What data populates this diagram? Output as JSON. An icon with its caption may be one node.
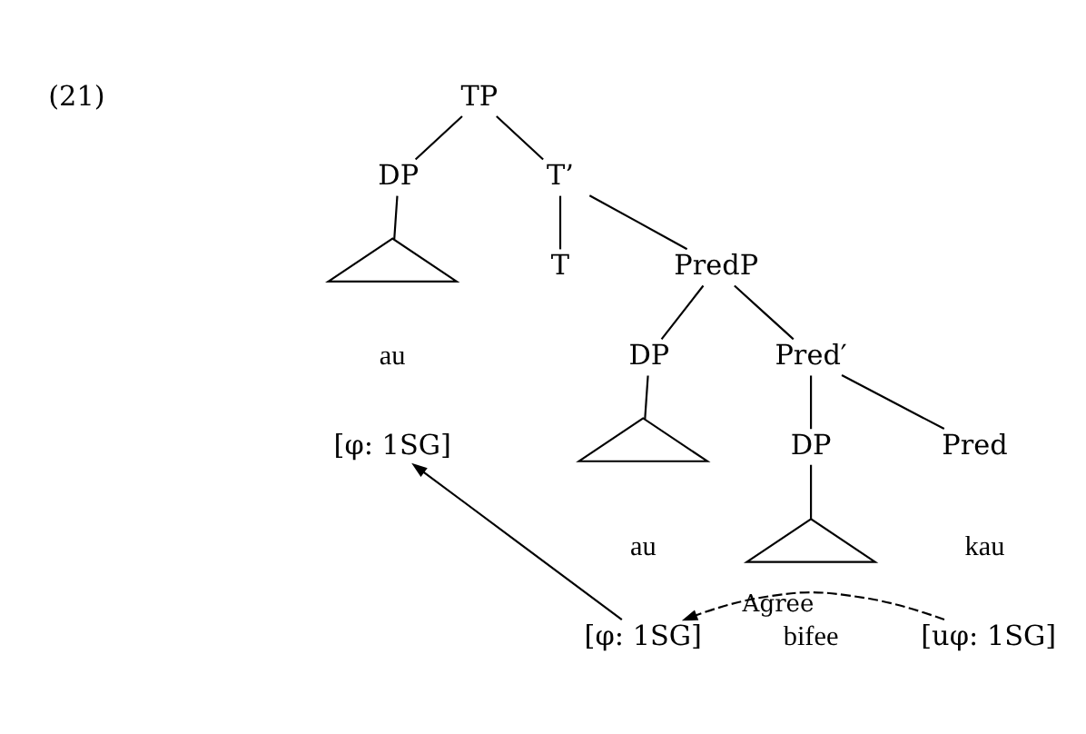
{
  "diagram": {
    "nodes": [
      {
        "text": [
          "TP"
        ]
      },
      {
        "text": [
          "DP"
        ]
      },
      {
        "text": [
          "T’"
        ]
      },
      {
        "text": [],
        "shape": "triangle"
      },
      {
        "text": [
          "au"
        ]
      },
      {
        "text": [
          "[φ: 1SG]"
        ]
      },
      {
        "text": [
          "T"
        ]
      },
      {
        "text": [
          "PredP"
        ]
      },
      {
        "text": [
          "DP"
        ]
      },
      {
        "text": [
          "Pred′"
        ]
      },
      {
        "text": [],
        "shape": "triangle"
      },
      {
        "text": [
          "au"
        ]
      },
      {
        "text": [
          "[φ: 1SG]"
        ]
      },
      {
        "text": [
          "DP"
        ]
      },
      {
        "text": [
          "Pred"
        ]
      },
      {
        "text": [],
        "shape": "triangle"
      },
      {
        "text": [
          "bifee"
        ]
      },
      {
        "text": [
          "kau"
        ]
      },
      {
        "text": [
          "[uφ: 1SG]"
        ]
      }
    ],
    "edges": [
      {
        "from": 0,
        "to": 1,
        "arrow": "none"
      },
      {
        "from": 0,
        "to": 2,
        "arrow": "none"
      },
      {
        "from": 1,
        "to": 3,
        "arrow": "none"
      },
      {
        "from": 2,
        "to": 6,
        "arrow": "none"
      },
      {
        "from": 2,
        "to": 7,
        "arrow": "none"
      },
      {
        "from": 7,
        "to": 8,
        "arrow": "none"
      },
      {
        "from": 7,
        "to": 9,
        "arrow": "none"
      },
      {
        "from": 8,
        "to": 10,
        "arrow": "none"
      },
      {
        "from": 9,
        "to": 13,
        "arrow": "none"
      },
      {
        "from": 9,
        "to": 14,
        "arrow": "none"
      },
      {
        "from": 13,
        "to": 15,
        "arrow": "none"
      },
      {
        "from": 12,
        "to": 5,
        "arrow": "to"
      },
      {
        "from": 18,
        "to": 12,
        "arrow": "to",
        "style": "dashed",
        "label": "Agree"
      }
    ],
    "labels": [
      "(21)"
    ]
  }
}
